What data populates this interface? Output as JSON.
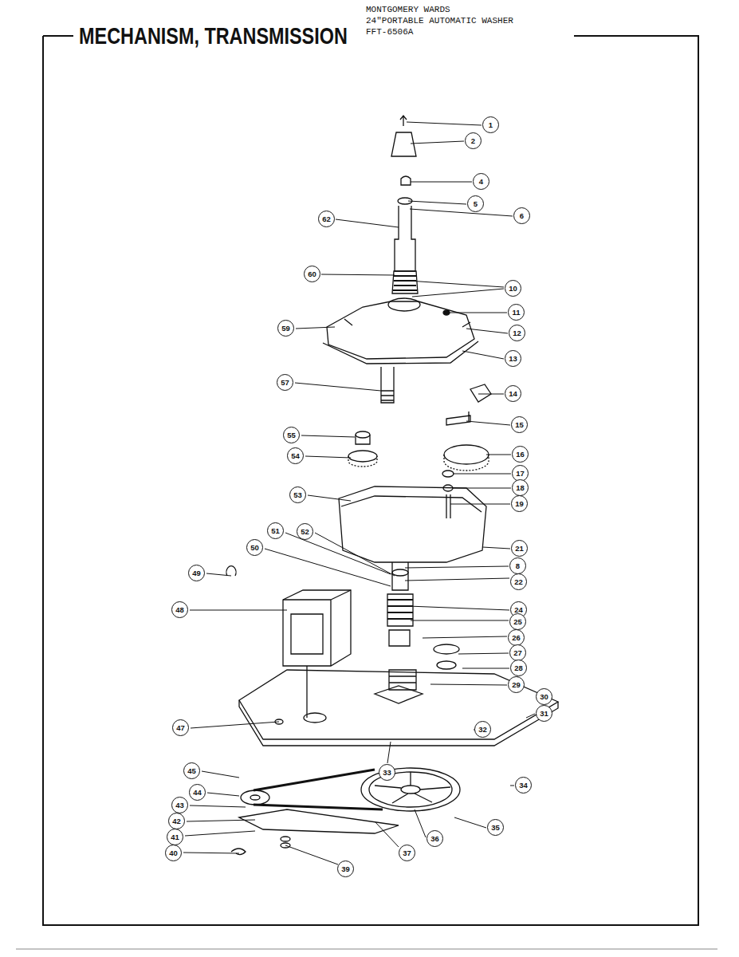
{
  "diagram": {
    "title": "MECHANISM, TRANSMISSION",
    "labels": [
      "MONTGOMERY WARDS",
      "24\"PORTABLE AUTOMATIC WASHER",
      "FFT-6506A",
      "1",
      "2",
      "4",
      "5",
      "6",
      "62",
      "60",
      "10",
      "11",
      "12",
      "59",
      "13",
      "57",
      "14",
      "15",
      "16",
      "55",
      "17",
      "54",
      "18",
      "19",
      "53",
      "51",
      "52",
      "21",
      "50",
      "8",
      "49",
      "22",
      "24",
      "48",
      "25",
      "26",
      "27",
      "28",
      "29",
      "30",
      "31",
      "47",
      "32",
      "33",
      "45",
      "34",
      "44",
      "43",
      "35",
      "42",
      "36",
      "41",
      "37",
      "40",
      "39"
    ]
  }
}
